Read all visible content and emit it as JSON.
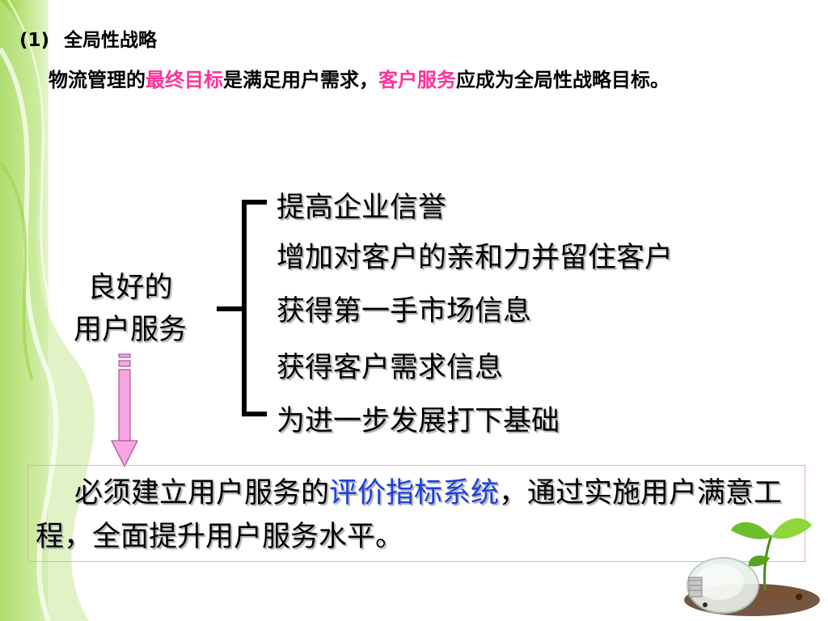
{
  "heading": {
    "number": "(1)",
    "title": "全局性战略"
  },
  "intro": {
    "part1": "物流管理的",
    "highlight1": "最终目标",
    "part2": "是满足用户需求，",
    "highlight2": "客户服务",
    "part3": "应成为全局性战略目标。"
  },
  "left_label": {
    "line1": "良好的",
    "line2": "用户服务"
  },
  "benefits": [
    "提高企业信誉",
    "增加对客户的亲和力并留住客户",
    "获得第一手市场信息",
    "获得客户需求信息",
    "为进一步发展打下基础"
  ],
  "conclusion": {
    "part1": "必须建立用户服务的",
    "emphasis": "评价指标系统",
    "part2": "，通过实施用户满意工程，全面提升用户服务水平。"
  },
  "colors": {
    "highlight_pink": "#ff3399",
    "emphasis_blue": "#1a3fe0",
    "arrow_fill": "#f5a6e0",
    "box_border": "#e6a8cc",
    "accent_green": "#8fcf3d"
  }
}
